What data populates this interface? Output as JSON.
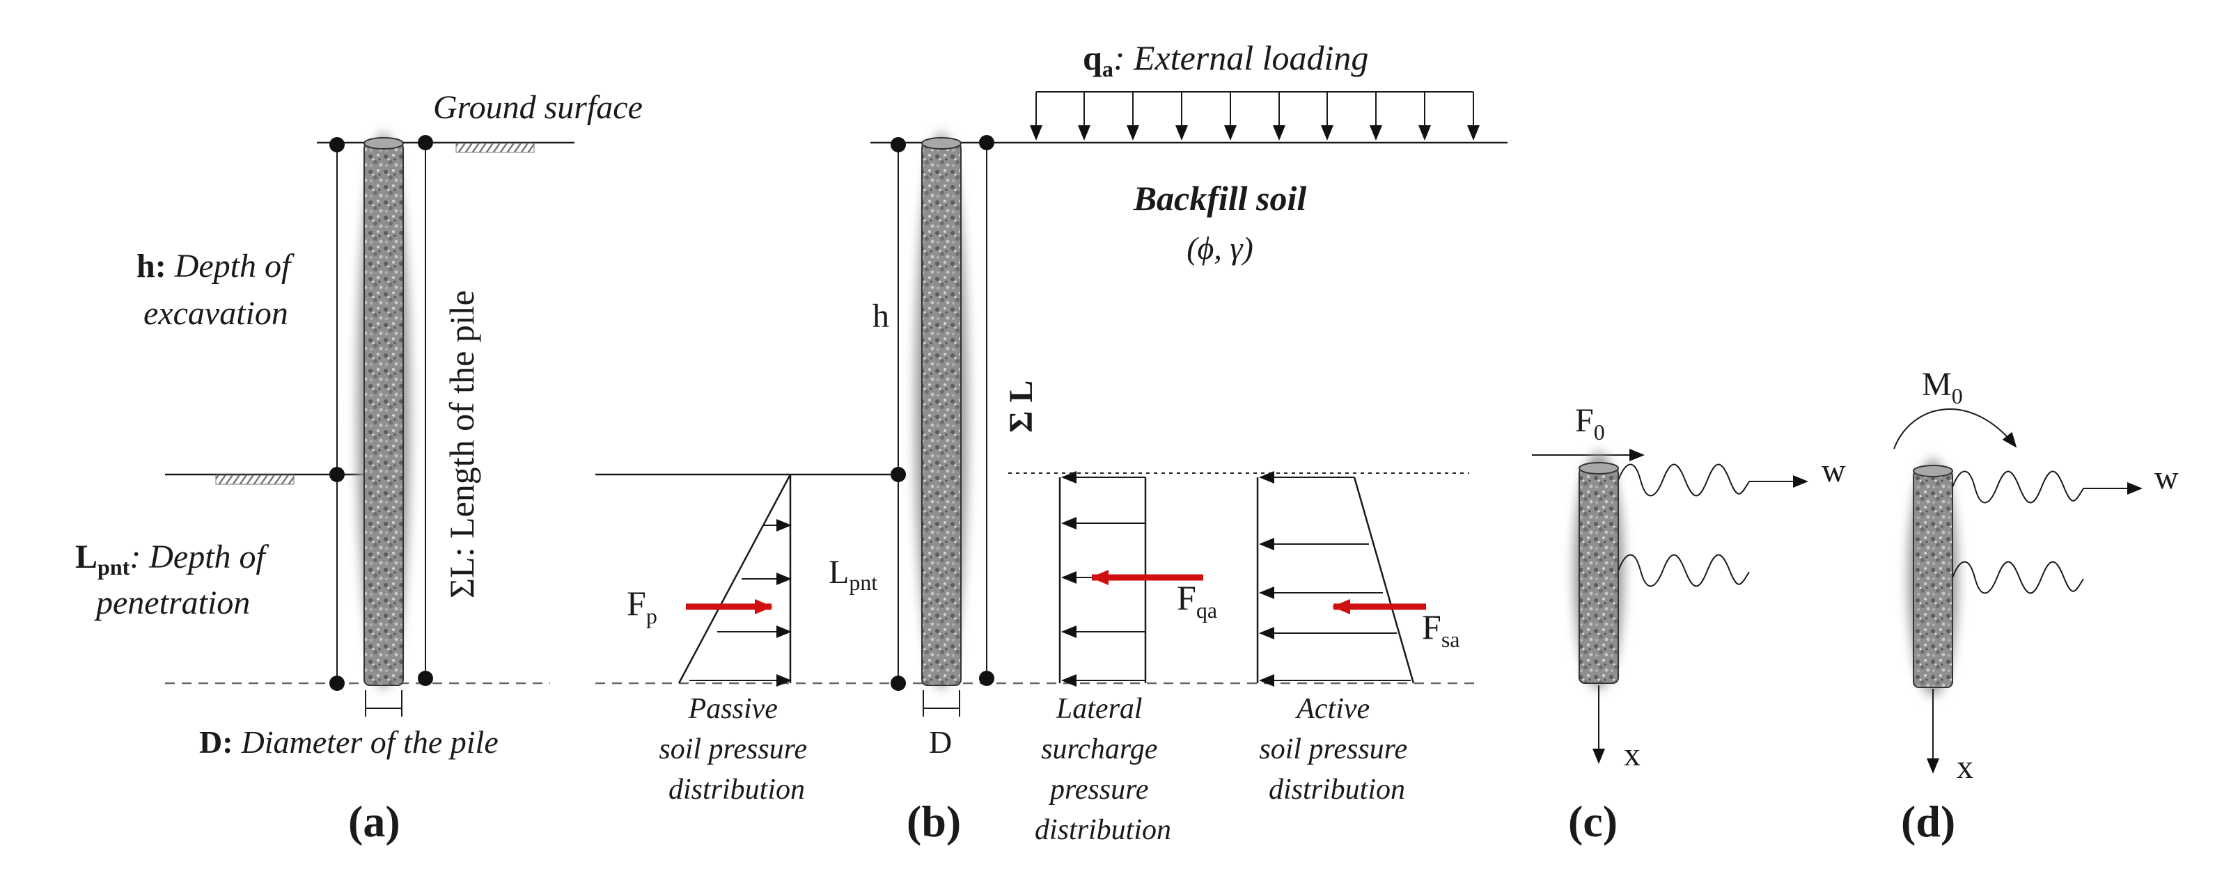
{
  "panel_a": {
    "ground_surface": "Ground surface",
    "h_symbol": "h:",
    "h_text_1": "Depth of",
    "h_text_2": "excavation",
    "sum_l": "ΣL: Length of the pile",
    "l_main": "L",
    "l_sub": "pnt",
    "l_text_1": ": Depth of",
    "l_text_2": "penetration",
    "d_symbol": "D:",
    "d_text": "Diameter of the pile",
    "caption": "(a)"
  },
  "panel_b": {
    "q_main": "q",
    "q_sub": "a",
    "q_text": ": External loading",
    "backfill": "Backfill soil",
    "params": "(ϕ, γ)",
    "h_label": "h",
    "sum_l": "Σ L",
    "l_main": "L",
    "l_sub": "pnt",
    "d_label": "D",
    "fp_main": "F",
    "fp_sub": "p",
    "fqa_main": "F",
    "fqa_sub": "qa",
    "fsa_main": "F",
    "fsa_sub": "sa",
    "passive": [
      "Passive",
      "soil pressure",
      "distribution"
    ],
    "lateral": [
      "Lateral",
      "surcharge",
      "pressure",
      "distribution"
    ],
    "active": [
      "Active",
      "soil pressure",
      "distribution"
    ],
    "caption": "(b)"
  },
  "panel_c": {
    "f_main": "F",
    "f_sub": "0",
    "w": "w",
    "x": "x",
    "caption": "(c)"
  },
  "panel_d": {
    "m_main": "M",
    "m_sub": "0",
    "w": "w",
    "x": "x",
    "caption": "(d)"
  },
  "colors": {
    "force_arrow": "#d01010",
    "pile_texture": "concrete-gray"
  }
}
